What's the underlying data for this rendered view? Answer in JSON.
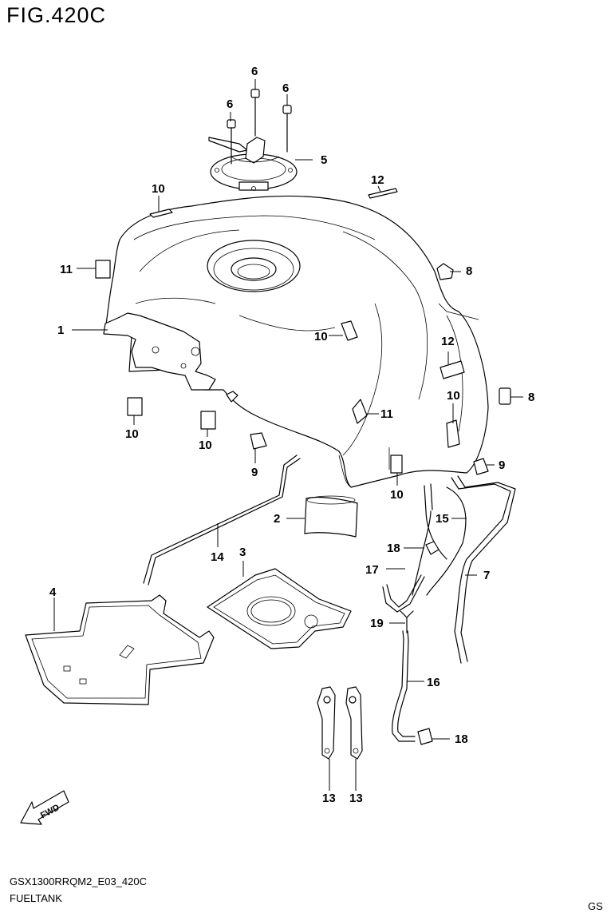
{
  "figure": {
    "title": "FIG.420C",
    "code": "GSX1300RRQM2_E03_420C",
    "name": "FUELTANK",
    "region": "GS",
    "direction_badge": "FWD"
  },
  "callouts": {
    "c1": "1",
    "c2": "2",
    "c3": "3",
    "c4": "4",
    "c5": "5",
    "c6a": "6",
    "c6b": "6",
    "c6c": "6",
    "c7": "7",
    "c8a": "8",
    "c8b": "8",
    "c9a": "9",
    "c9b": "9",
    "c10a": "10",
    "c10b": "10",
    "c10c": "10",
    "c10d": "10",
    "c10e": "10",
    "c10f": "10",
    "c11a": "11",
    "c11b": "11",
    "c12a": "12",
    "c12b": "12",
    "c13a": "13",
    "c13b": "13",
    "c14": "14",
    "c15": "15",
    "c16": "16",
    "c17": "17",
    "c18a": "18",
    "c18b": "18",
    "c19": "19"
  }
}
